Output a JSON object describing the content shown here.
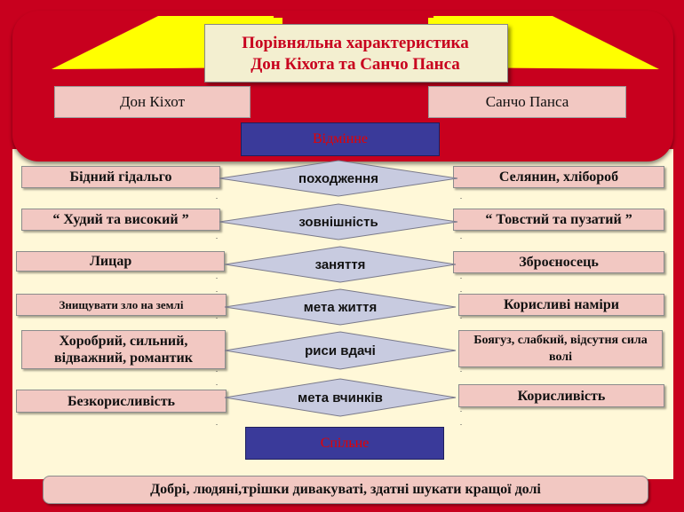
{
  "title": {
    "line1": "Порівняльна характеристика",
    "line2": "Дон Кіхота та Санчо Панса"
  },
  "headers": {
    "left": "Дон Кіхот",
    "right": "Санчо Панса"
  },
  "sections": {
    "differences": "Відмінне",
    "common": "Спільне"
  },
  "rows": [
    {
      "left": "Бідний гідальго",
      "criterion": "походження",
      "right": "Селянин, хлібороб"
    },
    {
      "left": "“ Худий та високий ”",
      "criterion": "зовнішність",
      "right": "“ Товстий та пузатий ”"
    },
    {
      "left": "Лицар",
      "criterion": "заняття",
      "right": "Зброєносець"
    },
    {
      "left": "Знищувати зло на землі",
      "criterion": "мета життя",
      "right": "Корисливі наміри"
    },
    {
      "left": "Хоробрий, сильний, відважний, романтик",
      "criterion": "риси вдачі",
      "right": "Боягуз, слабкий, відсутня сила волі"
    },
    {
      "left": "Безкорисливість",
      "criterion": "мета вчинків",
      "right": "Корисливість"
    }
  ],
  "common_text": "Добрі, людяні,трішки дивакуваті, здатні шукати кращої долі",
  "colors": {
    "frame": "#c8001e",
    "box": "#f2c8c2",
    "section": "#3a3a9a",
    "section_text": "#e60000",
    "diamond": "#c8cbe0"
  }
}
